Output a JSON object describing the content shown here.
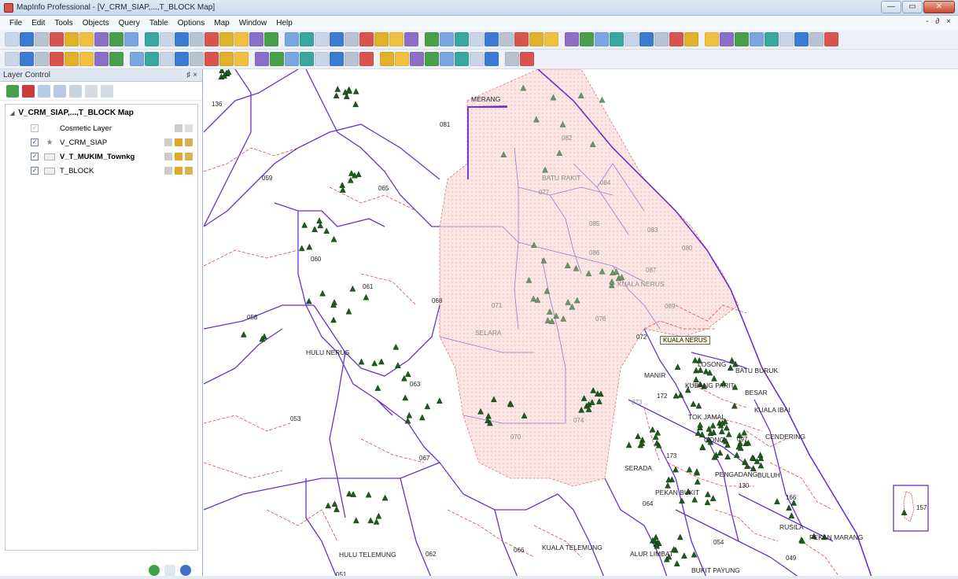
{
  "window": {
    "title": "MapInfo Professional - [V_CRM_SIAP,...,T_BLOCK Map]",
    "controls": {
      "minimize": "—",
      "restore": "▭",
      "close": "✕"
    },
    "mdi_controls": "- ∂ ×"
  },
  "menu": [
    "File",
    "Edit",
    "Tools",
    "Objects",
    "Query",
    "Table",
    "Options",
    "Map",
    "Window",
    "Help"
  ],
  "layer_control": {
    "title": "Layer Control",
    "pin": "♯ ×",
    "map_name": "V_CRM_SIAP,...,T_BLOCK Map",
    "layers": [
      {
        "name": "Cosmetic Layer",
        "checked": false,
        "bold": false
      },
      {
        "name": "V_CRM_SIAP",
        "checked": true,
        "bold": false
      },
      {
        "name": "V_T_MUKIM_Townkg",
        "checked": true,
        "bold": true
      },
      {
        "name": "T_BLOCK",
        "checked": true,
        "bold": false
      }
    ]
  },
  "map": {
    "callout": "KUALA NERUS",
    "labels": [
      {
        "text": "136"
      },
      {
        "text": "MERANG"
      },
      {
        "text": "081"
      },
      {
        "text": "082"
      },
      {
        "text": "BATU RAKIT"
      },
      {
        "text": "077"
      },
      {
        "text": "084"
      },
      {
        "text": "059"
      },
      {
        "text": "065"
      },
      {
        "text": "085"
      },
      {
        "text": "083"
      },
      {
        "text": "086"
      },
      {
        "text": "080"
      },
      {
        "text": "060"
      },
      {
        "text": "087"
      },
      {
        "text": "KUALA NERUS"
      },
      {
        "text": "061"
      },
      {
        "text": "068"
      },
      {
        "text": "071"
      },
      {
        "text": "089"
      },
      {
        "text": "058"
      },
      {
        "text": "SELARA"
      },
      {
        "text": "076"
      },
      {
        "text": "072"
      },
      {
        "text": "HULU NERUS"
      },
      {
        "text": "LOSONG"
      },
      {
        "text": "BATU BURUK"
      },
      {
        "text": "MANIR"
      },
      {
        "text": "KUBANG PARIT"
      },
      {
        "text": "BESAR"
      },
      {
        "text": "063"
      },
      {
        "text": "172"
      },
      {
        "text": "073"
      },
      {
        "text": "053"
      },
      {
        "text": "TOK JAMAL"
      },
      {
        "text": "KUALA IBAI"
      },
      {
        "text": "074"
      },
      {
        "text": "GONG"
      },
      {
        "text": "097"
      },
      {
        "text": "CENDERING"
      },
      {
        "text": "070"
      },
      {
        "text": "173"
      },
      {
        "text": "067"
      },
      {
        "text": "PENGADANG"
      },
      {
        "text": "BULUH"
      },
      {
        "text": "SERADA"
      },
      {
        "text": "PEKAN BUKIT"
      },
      {
        "text": "130"
      },
      {
        "text": "064"
      },
      {
        "text": "166"
      },
      {
        "text": "RUSILA"
      },
      {
        "text": "157"
      },
      {
        "text": "PEKAN MARANG"
      },
      {
        "text": "054"
      },
      {
        "text": "HULU TELEMUNG"
      },
      {
        "text": "062"
      },
      {
        "text": "066"
      },
      {
        "text": "KUALA TELEMUNG"
      },
      {
        "text": "ALUR LIMBAT"
      },
      {
        "text": "049"
      },
      {
        "text": "051"
      },
      {
        "text": "BUKIT PAYUNG"
      }
    ]
  }
}
